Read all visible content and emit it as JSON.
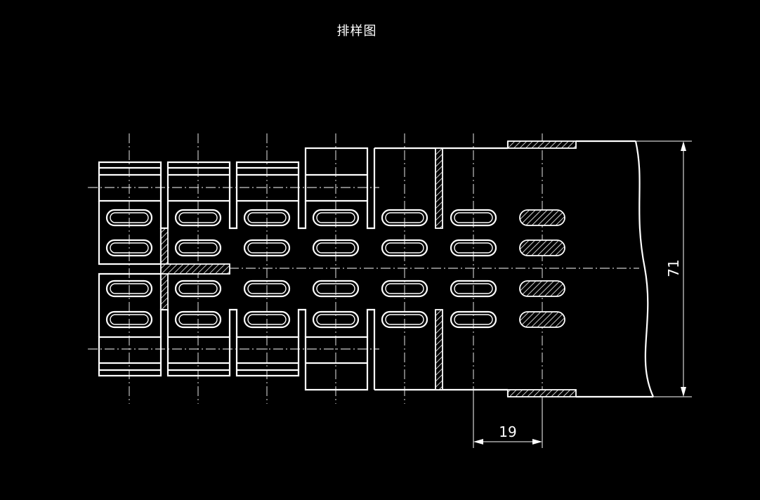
{
  "title": "排样图",
  "dimensions": {
    "height_label": "71",
    "pitch_label": "19"
  },
  "colors": {
    "background": "#000000",
    "lines": "#ffffff"
  }
}
